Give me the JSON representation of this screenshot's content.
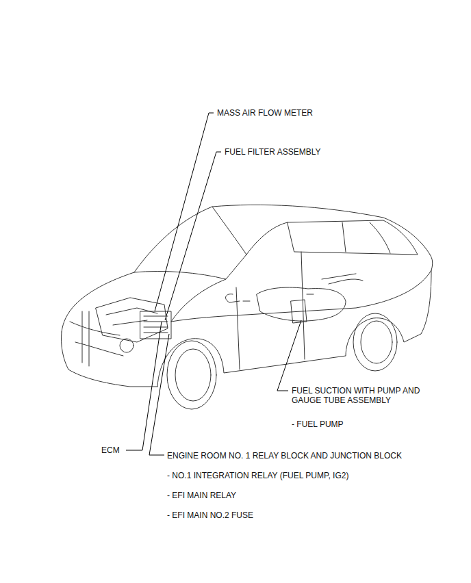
{
  "diagram": {
    "labels": [
      "MASS AIR FLOW METER",
      "FUEL FILTER ASSEMBLY",
      "FUEL SUCTION WITH PUMP AND GAUGE TUBE ASSEMBLY",
      "- FUEL PUMP",
      "ECM",
      "ENGINE ROOM NO. 1 RELAY BLOCK AND JUNCTION BLOCK",
      "- NO.1 INTEGRATION RELAY (FUEL PUMP, IG2)",
      "- EFI MAIN RELAY",
      "- EFI MAIN NO.2 FUSE"
    ]
  }
}
